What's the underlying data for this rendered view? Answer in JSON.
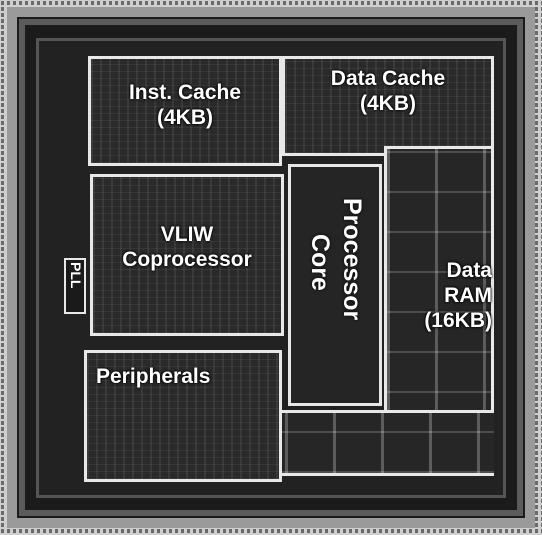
{
  "blocks": {
    "inst_cache": {
      "line1": "Inst. Cache",
      "line2": "(4KB)"
    },
    "data_cache": {
      "line1": "Data Cache",
      "line2": "(4KB)"
    },
    "vliw": {
      "line1": "VLIW",
      "line2": "Coprocessor"
    },
    "processor_core": {
      "line1": "Processor",
      "line2": "Core"
    },
    "data_ram": {
      "line1": "Data",
      "line2": "RAM",
      "line3": "(16KB)"
    },
    "peripherals": {
      "label": "Peripherals"
    },
    "pll": {
      "label": "PLL"
    }
  },
  "colors": {
    "die": "#1b1b1b",
    "outline": "#e8e8e8",
    "text": "#ffffff"
  }
}
